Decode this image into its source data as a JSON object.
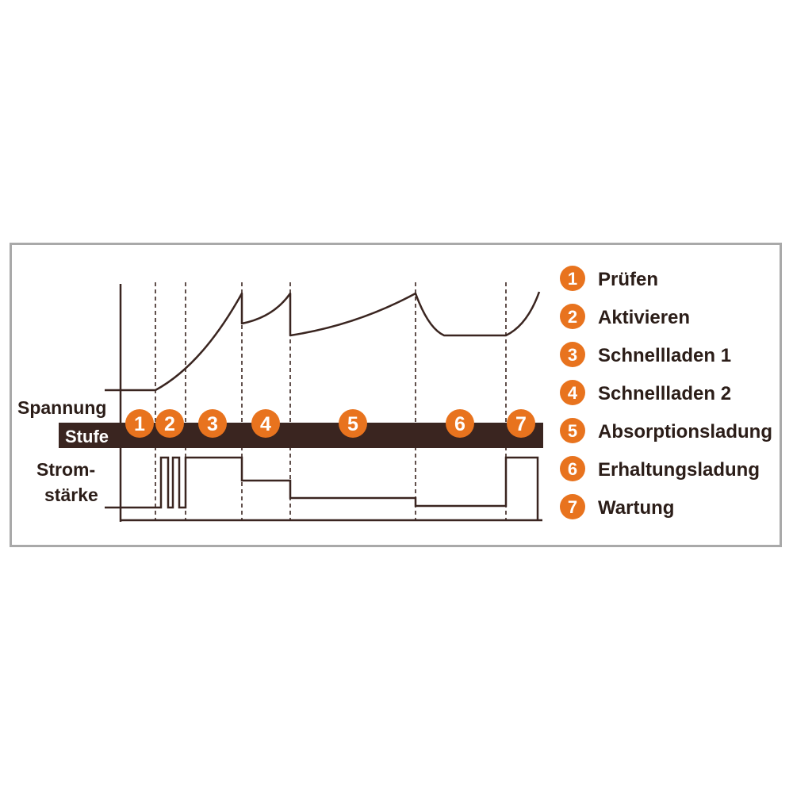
{
  "labels": {
    "voltage": "Spannung",
    "stage": "Stufe",
    "current_line1": "Strom-",
    "current_line2": "stärke"
  },
  "colors": {
    "accent": "#e8731e",
    "bar": "#3a2520",
    "line": "#3a2520",
    "frame": "#a9a9a9"
  },
  "stages": [
    {
      "number": "1",
      "name": "Prüfen"
    },
    {
      "number": "2",
      "name": "Aktivieren"
    },
    {
      "number": "3",
      "name": "Schnellladen 1"
    },
    {
      "number": "4",
      "name": "Schnellladen 2"
    },
    {
      "number": "5",
      "name": "Absorptionsladung"
    },
    {
      "number": "6",
      "name": "Erhaltungsladung"
    },
    {
      "number": "7",
      "name": "Wartung"
    }
  ]
}
